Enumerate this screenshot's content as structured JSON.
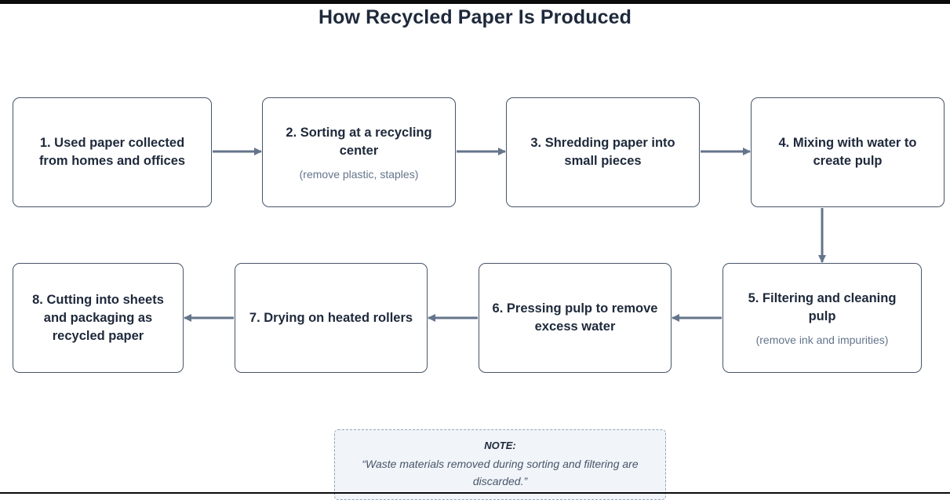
{
  "title": "How Recycled Paper Is Produced",
  "steps": [
    {
      "label": "1. Used paper collected from homes and offices",
      "note": ""
    },
    {
      "label": "2. Sorting at a recycling center",
      "note": "(remove plastic, staples)"
    },
    {
      "label": "3. Shredding paper into small pieces",
      "note": ""
    },
    {
      "label": "4. Mixing with water to create pulp",
      "note": ""
    },
    {
      "label": "5. Filtering and cleaning pulp",
      "note": "(remove ink and impurities)"
    },
    {
      "label": "6. Pressing pulp to remove excess water",
      "note": ""
    },
    {
      "label": "7. Drying on heated rollers",
      "note": ""
    },
    {
      "label": "8. Cutting into sheets and packaging as recycled paper",
      "note": ""
    }
  ],
  "note": {
    "label": "NOTE:",
    "text": "“Waste materials removed during sorting and filtering are discarded.”"
  },
  "colors": {
    "arrow": "#64748b",
    "border": "#475569",
    "note_bg": "#f1f5f9"
  }
}
